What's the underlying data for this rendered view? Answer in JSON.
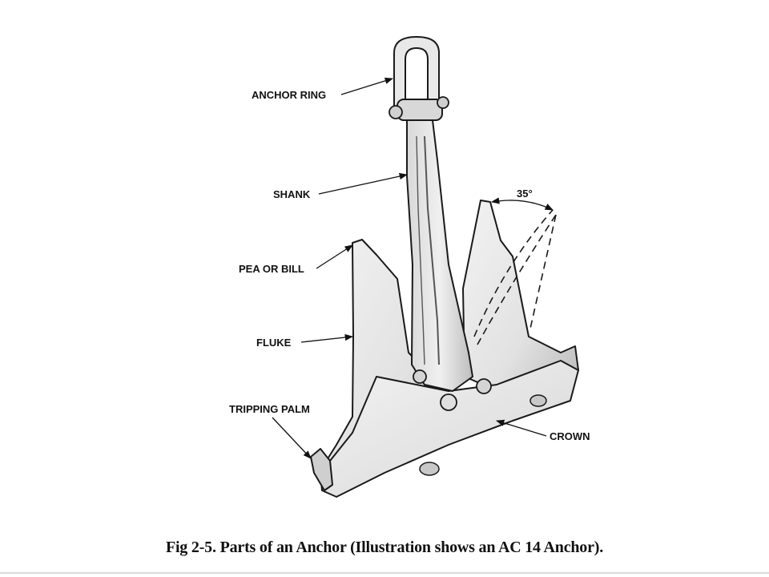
{
  "figure": {
    "labels": {
      "anchor_ring": "ANCHOR RING",
      "shank": "SHANK",
      "pea_or_bill": "PEA OR BILL",
      "fluke": "FLUKE",
      "tripping_palm": "TRIPPING PALM",
      "crown": "CROWN"
    },
    "angle": "35°",
    "caption": "Fig 2-5.  Parts of an Anchor (Illustration shows an AC 14 Anchor)."
  }
}
